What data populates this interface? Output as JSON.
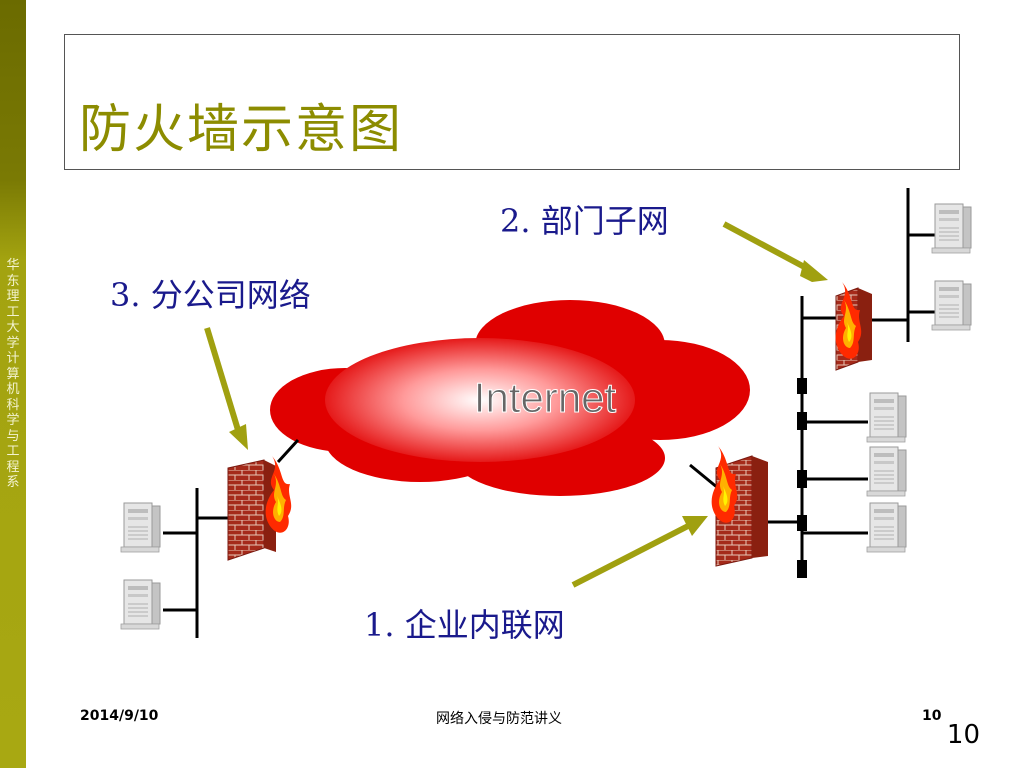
{
  "sidebar": {
    "text": "华东理工大学计算机科学与工程系"
  },
  "slide": {
    "title": "防火墙示意图"
  },
  "diagram": {
    "cloud_label": "Internet",
    "labels": {
      "intranet": "1. 企业内联网",
      "dept_subnet": "2. 部门子网",
      "branch_network": "3. 分公司网络"
    }
  },
  "footer": {
    "date": "2014/9/10",
    "center": "网络入侵与防范讲义",
    "slide_no": "10"
  },
  "page_number": "10",
  "colors": {
    "sidebar": "#8a8a08",
    "title": "#8c8c00",
    "label": "#1a1a8c",
    "cloud": "#e00000",
    "arrow": "#a0a010"
  }
}
